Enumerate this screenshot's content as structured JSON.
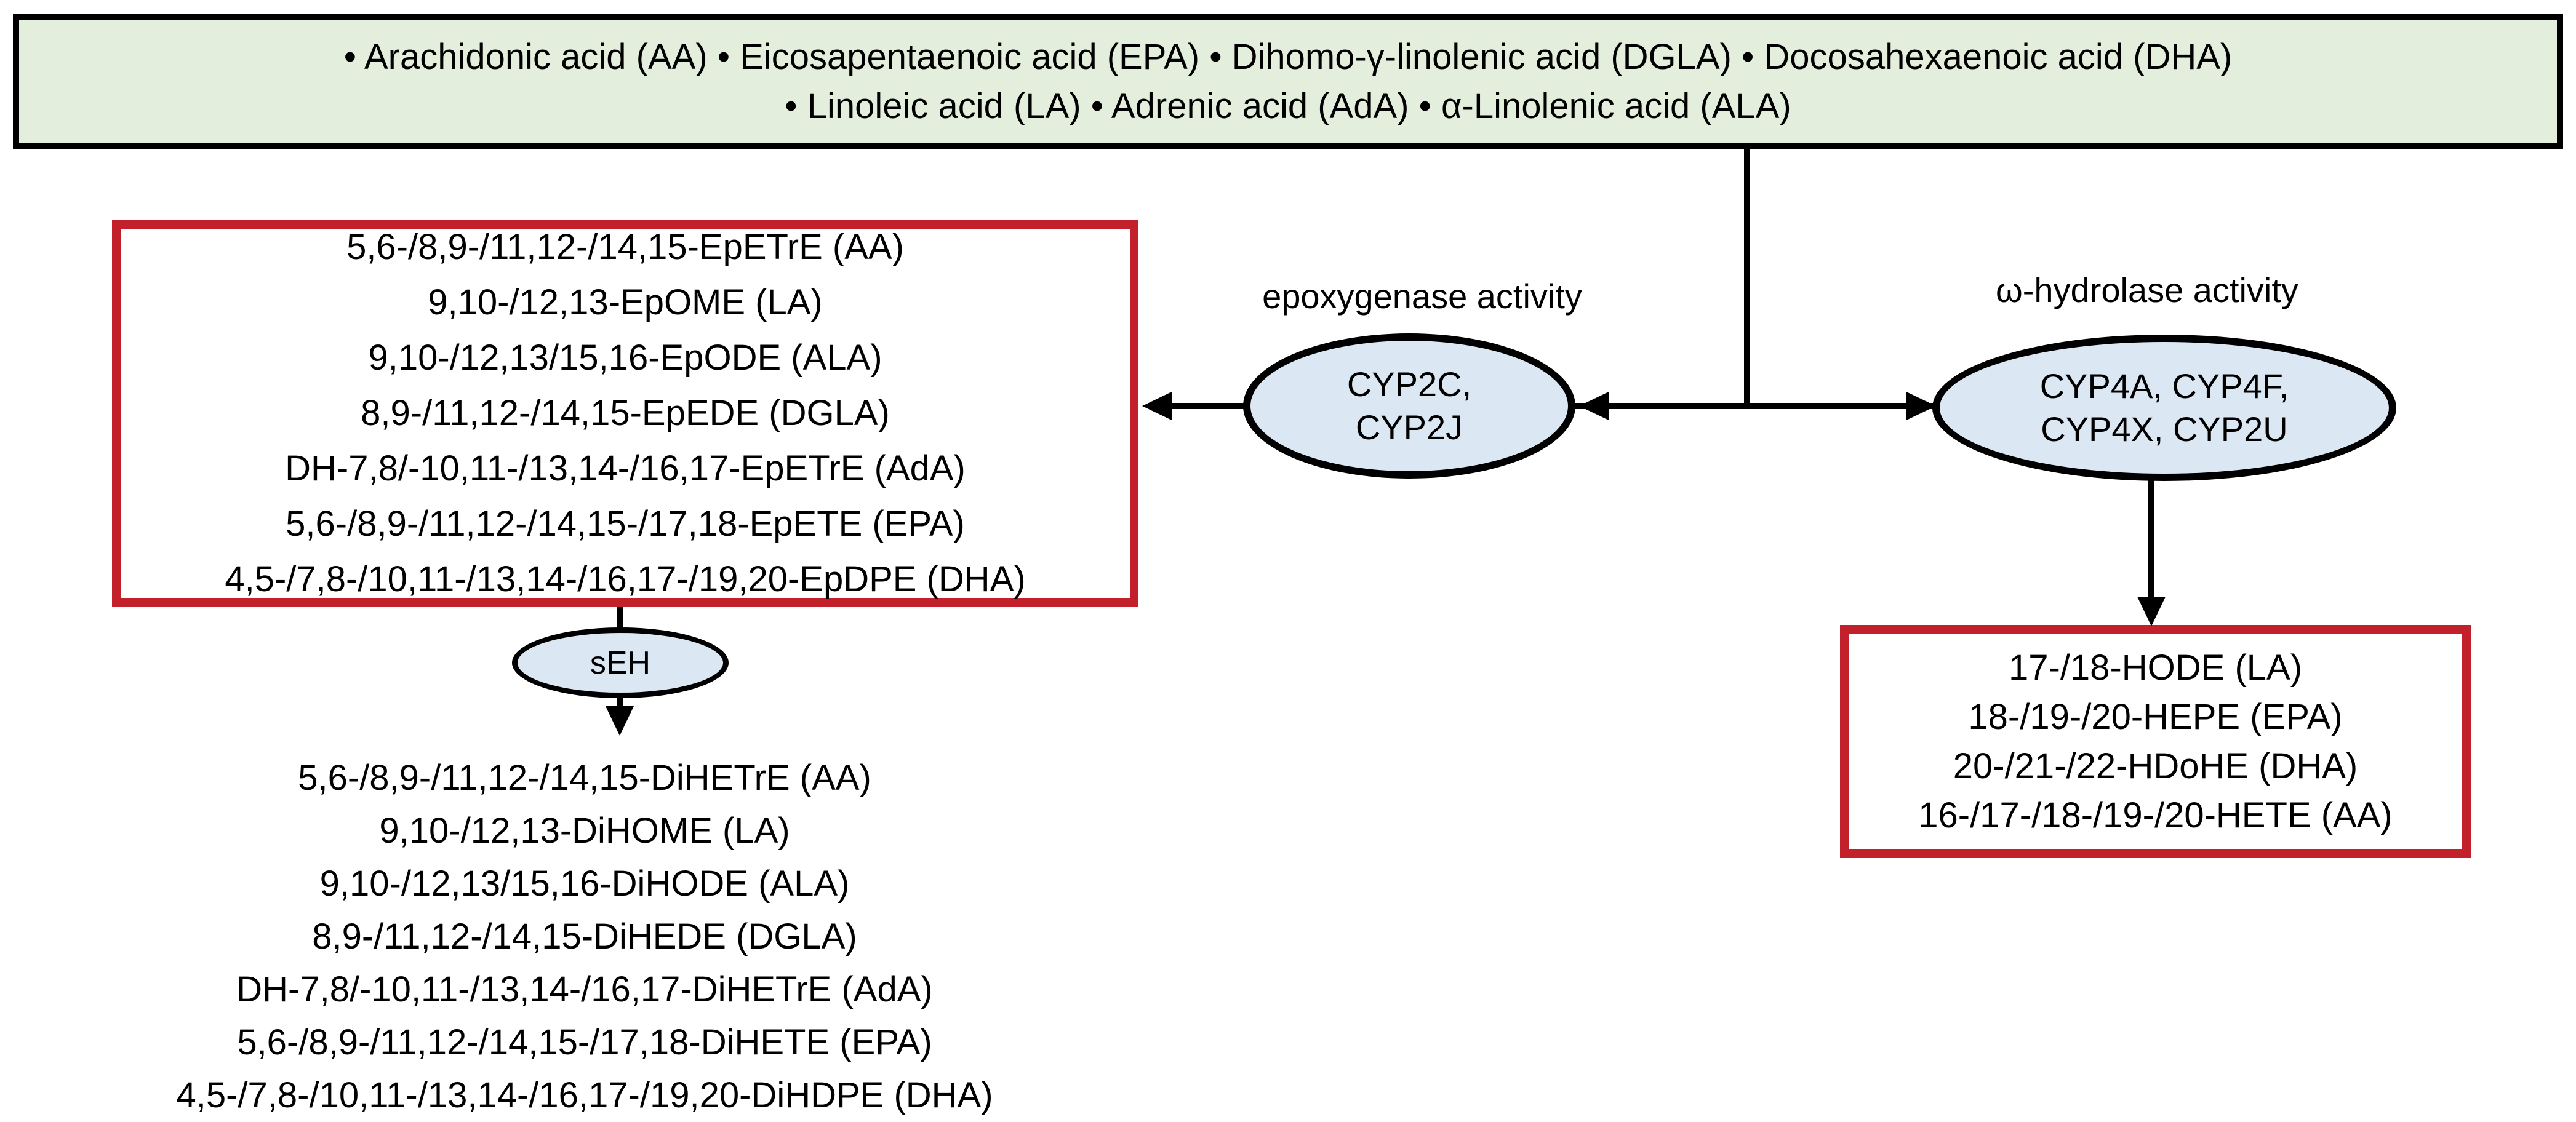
{
  "colors": {
    "substrates_box_fill": "#e4eedd",
    "product_box_border": "#c2202a",
    "enzyme_ellipse_fill": "#dce7f4",
    "line_color": "#000000",
    "text_color": "#000000"
  },
  "substrates_box": {
    "lines": [
      "• Arachidonic acid (AA) • Eicosapentaenoic acid (EPA) • Dihomo-γ-linolenic acid (DGLA) • Docosahexaenoic acid (DHA)",
      "• Linoleic acid (LA) • Adrenic acid (AdA) • α-Linolenic acid (ALA)"
    ]
  },
  "epoxygenase": {
    "activity_label": "epoxygenase activity",
    "enzyme_lines": [
      "CYP2C,",
      "CYP2J"
    ]
  },
  "omega_hydrolase": {
    "activity_label": "ω-hydrolase activity",
    "enzyme_lines": [
      "CYP4A, CYP4F,",
      "CYP4X, CYP2U"
    ]
  },
  "soluble_epoxide_hydrolase": {
    "label": "sEH"
  },
  "epoxides_box": {
    "lines": [
      "5,6-/8,9-/11,12-/14,15-EpETrE (AA)",
      "9,10-/12,13-EpOME (LA)",
      "9,10-/12,13/15,16-EpODE (ALA)",
      "8,9-/11,12-/14,15-EpEDE (DGLA)",
      "DH-7,8/-10,11-/13,14-/16,17-EpETrE (AdA)",
      "5,6-/8,9-/11,12-/14,15-/17,18-EpETE (EPA)",
      "4,5-/7,8-/10,11-/13,14-/16,17-/19,20-EpDPE (DHA)"
    ]
  },
  "diols_list": {
    "lines": [
      "5,6-/8,9-/11,12-/14,15-DiHETrE (AA)",
      "9,10-/12,13-DiHOME (LA)",
      "9,10-/12,13/15,16-DiHODE (ALA)",
      "8,9-/11,12-/14,15-DiHEDE (DGLA)",
      "DH-7,8/-10,11-/13,14-/16,17-DiHETrE (AdA)",
      "5,6-/8,9-/11,12-/14,15-/17,18-DiHETE (EPA)",
      "4,5-/7,8-/10,11-/13,14-/16,17-/19,20-DiHDPE (DHA)"
    ]
  },
  "hydroxides_box": {
    "lines": [
      "17-/18-HODE (LA)",
      "18-/19-/20-HEPE (EPA)",
      "20-/21-/22-HDoHE (DHA)",
      "16-/17-/18-/19-/20-HETE (AA)"
    ]
  }
}
